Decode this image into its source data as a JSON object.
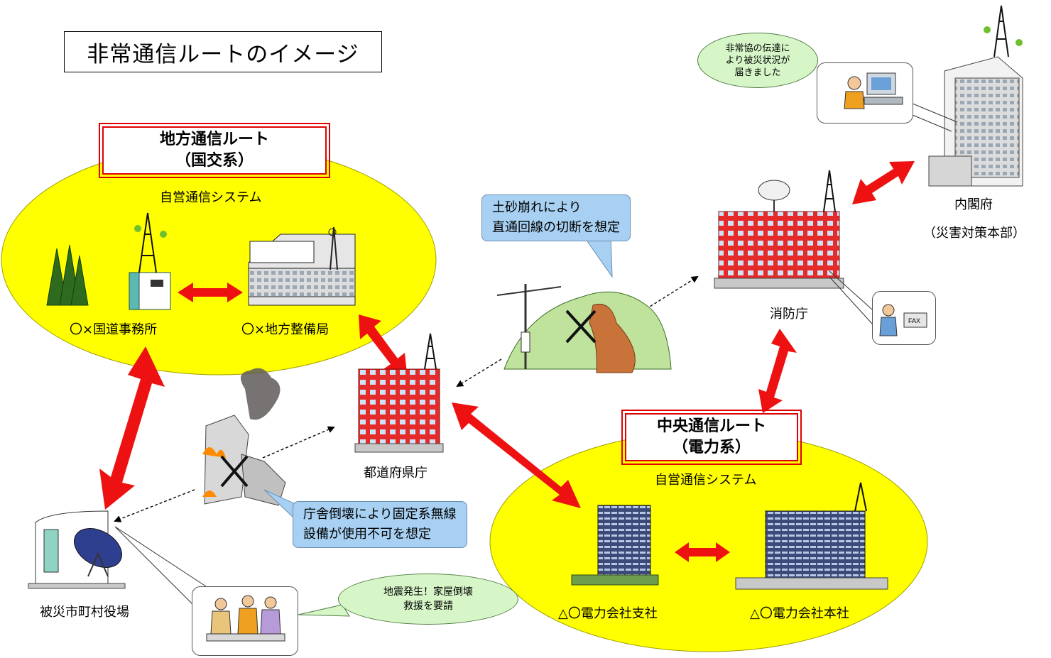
{
  "title": "非常通信ルートのイメージ",
  "routes": {
    "regional": {
      "line1": "地方通信ルート",
      "line2": "（国交系）",
      "system": "自営通信システム"
    },
    "central": {
      "line1": "中央通信ルート",
      "line2": "（電力系）",
      "system": "自営通信システム"
    }
  },
  "nodes": {
    "national_road_office": "〇×国道事務所",
    "regional_bureau": "〇×地方整備局",
    "prefecture": "都道府県庁",
    "fire_agency": "消防庁",
    "cabinet_office": "内閣府",
    "cabinet_office_sub": "（災害対策本部）",
    "municipal_office": "被災市町村役場",
    "power_branch": "△〇電力会社支社",
    "power_hq": "△〇電力会社本社"
  },
  "callouts": {
    "landslide": [
      "土砂崩れにより",
      "直通回線の切断を想定"
    ],
    "collapse": [
      "庁舎倒壊により固定系無線",
      "設備が使用不可を想定"
    ]
  },
  "bubbles": {
    "cabinet": [
      "非常協の伝達に",
      "より被災状況が",
      "届きました"
    ],
    "municipal": [
      "地震発生！家屋倒壊",
      "救援を要請"
    ]
  },
  "icons": {
    "fax": "FAX"
  },
  "colors": {
    "accent_red": "#ee1111",
    "ellipse_fill": "#ffff00",
    "callout_blue": "#a7d0f2",
    "bubble_green": "#d7f6c8"
  }
}
